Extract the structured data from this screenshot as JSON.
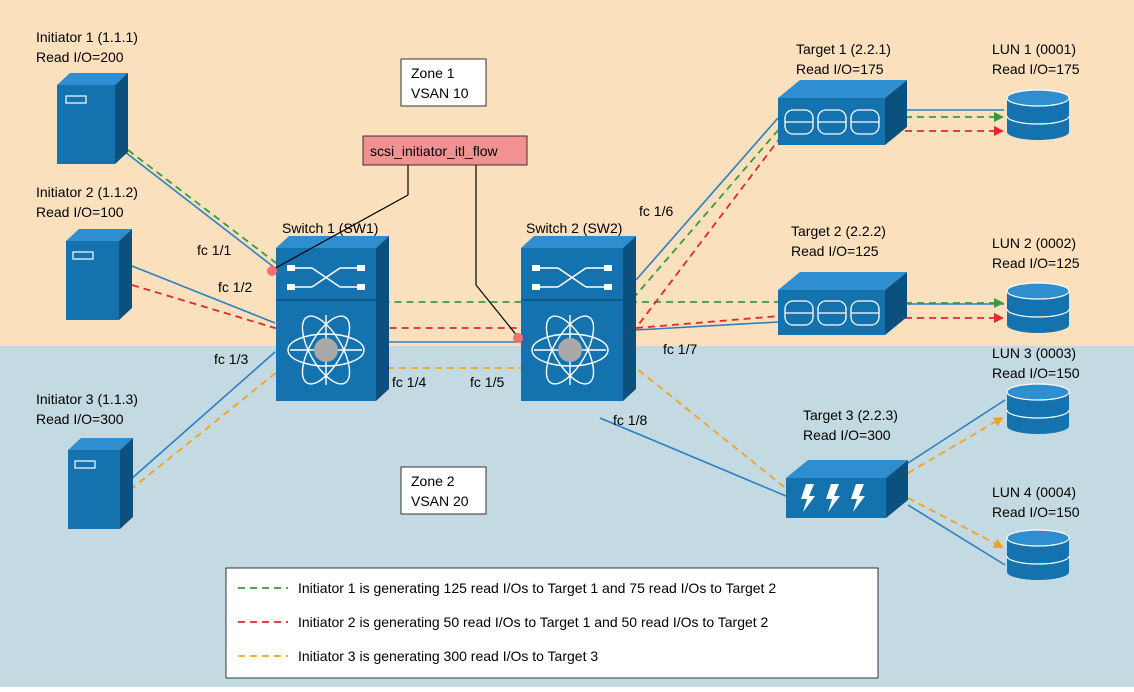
{
  "colors": {
    "zone1_bg": "#fbe0bd",
    "zone2_bg": "#c3dae3",
    "device_blue": "#1473ae",
    "link_blue": "#2b7fc1",
    "flow_green": "#3a9a3a",
    "flow_red": "#e32a2a",
    "flow_orange": "#f2a21e",
    "callout_fill": "#f19191",
    "port_dot": "#f26f73"
  },
  "zones": [
    {
      "line1": "Zone 1",
      "line2": "VSAN 10"
    },
    {
      "line1": "Zone 2",
      "line2": "VSAN 20"
    }
  ],
  "callout": {
    "label": "scsi_initiator_itl_flow"
  },
  "initiators": [
    {
      "name": "Initiator 1 (1.1.1)",
      "io": "Read I/O=200",
      "icon": "server-icon"
    },
    {
      "name": "Initiator 2 (1.1.2)",
      "io": "Read I/O=100",
      "icon": "server-icon"
    },
    {
      "name": "Initiator 3 (1.1.3)",
      "io": "Read I/O=300",
      "icon": "server-icon"
    }
  ],
  "switches": [
    {
      "name": "Switch 1 (SW1)",
      "icon": "mds-switch-icon"
    },
    {
      "name": "Switch 2 (SW2)",
      "icon": "mds-switch-icon"
    }
  ],
  "ports": {
    "p1_1": "fc 1/1",
    "p1_2": "fc 1/2",
    "p1_3": "fc 1/3",
    "p1_4": "fc 1/4",
    "p1_5": "fc 1/5",
    "p1_6": "fc 1/6",
    "p1_7": "fc 1/7",
    "p1_8": "fc 1/8"
  },
  "targets": [
    {
      "name": "Target 1 (2.2.1)",
      "io": "Read I/O=175",
      "icon": "disk-array-icon"
    },
    {
      "name": "Target 2 (2.2.2)",
      "io": "Read I/O=125",
      "icon": "disk-array-icon"
    },
    {
      "name": "Target 3 (2.2.3)",
      "io": "Read I/O=300",
      "icon": "flash-array-icon"
    }
  ],
  "luns": [
    {
      "name": "LUN 1 (0001)",
      "io": "Read I/O=175",
      "icon": "disk-icon"
    },
    {
      "name": "LUN 2 (0002)",
      "io": "Read I/O=125",
      "icon": "disk-icon"
    },
    {
      "name": "LUN 3 (0003)",
      "io": "Read I/O=150",
      "icon": "disk-icon"
    },
    {
      "name": "LUN 4 (0004)",
      "io": "Read I/O=150",
      "icon": "disk-icon"
    }
  ],
  "legend": [
    {
      "color": "green",
      "text": "Initiator 1 is generating 125 read I/Os to Target 1 and 75 read I/Os to Target 2"
    },
    {
      "color": "red",
      "text": "Initiator 2 is generating 50 read I/Os to Target 1 and 50 read I/Os to Target 2"
    },
    {
      "color": "orange",
      "text": "Initiator 3 is generating 300 read I/Os to Target 3"
    }
  ]
}
